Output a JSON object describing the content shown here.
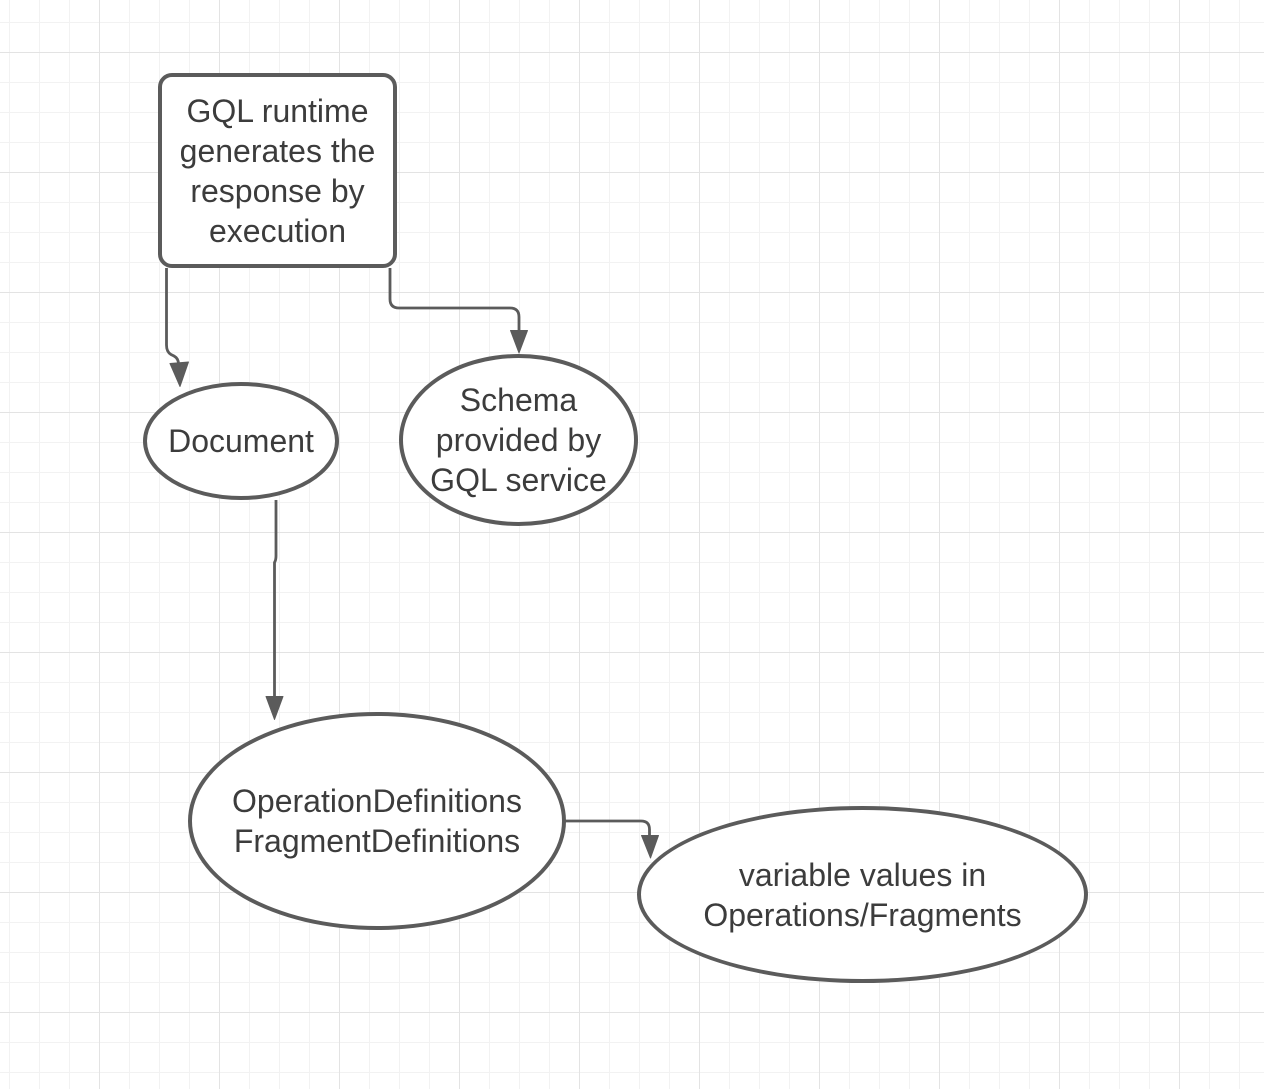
{
  "diagram": {
    "colors": {
      "canvas": "#ffffff",
      "grid_minor": "#f2f2f2",
      "grid_major": "#e3e3e3",
      "stroke": "#5b5b5b",
      "text": "#3c3c3c",
      "node_fill": "#ffffff"
    },
    "nodes": [
      {
        "id": "gql-runtime",
        "shape": "rounded-rect",
        "lines": [
          "GQL runtime",
          "generates the",
          "response by",
          "execution"
        ]
      },
      {
        "id": "document",
        "shape": "ellipse",
        "lines": [
          "Document"
        ]
      },
      {
        "id": "schema",
        "shape": "ellipse",
        "lines": [
          "Schema",
          "provided by",
          "GQL service"
        ]
      },
      {
        "id": "definitions",
        "shape": "ellipse",
        "lines": [
          "OperationDefinitions",
          "FragmentDefinitions"
        ]
      },
      {
        "id": "variables",
        "shape": "ellipse",
        "lines": [
          "variable values in",
          "Operations/Fragments"
        ]
      }
    ],
    "edges": [
      {
        "from": "gql-runtime",
        "to": "document"
      },
      {
        "from": "gql-runtime",
        "to": "schema"
      },
      {
        "from": "document",
        "to": "definitions"
      },
      {
        "from": "definitions",
        "to": "variables"
      }
    ]
  }
}
